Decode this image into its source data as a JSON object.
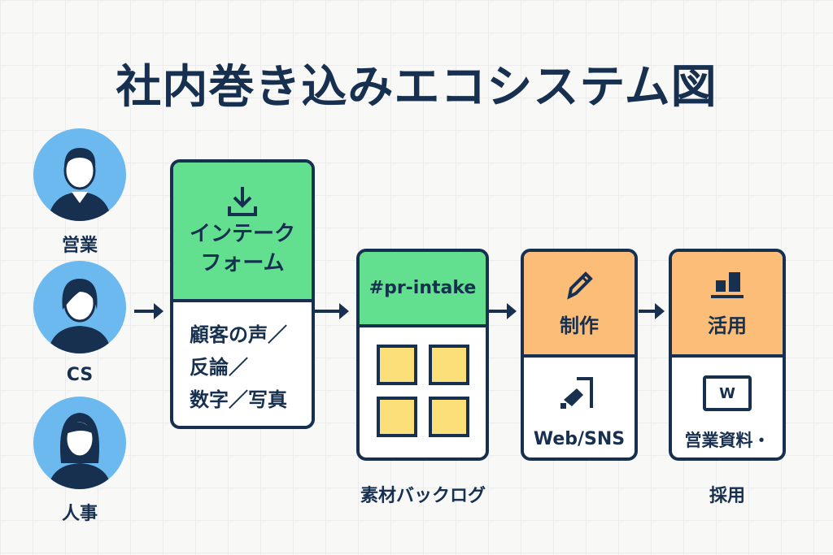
{
  "title": "社内巻き込みエコシステム図",
  "people": [
    {
      "label": "営業"
    },
    {
      "label": "CS"
    },
    {
      "label": "人事"
    }
  ],
  "intake": {
    "title_line1": "インテーク",
    "title_line2": "フォーム",
    "body_line1": "顧客の声／",
    "body_line2": "反論／",
    "body_line3": "数字／写真"
  },
  "channel": {
    "title": "#pr-intake",
    "caption": "素材バックログ"
  },
  "production": {
    "title": "制作",
    "body": "Web/SNS"
  },
  "usage": {
    "title": "活用",
    "body": "営業資料・",
    "caption": "採用",
    "icon_letter": "W"
  },
  "colors": {
    "navy": "#17304f",
    "green": "#62df8f",
    "orange": "#fbbd78",
    "yellow": "#fbe07a",
    "avatar": "#6cb9ef"
  }
}
